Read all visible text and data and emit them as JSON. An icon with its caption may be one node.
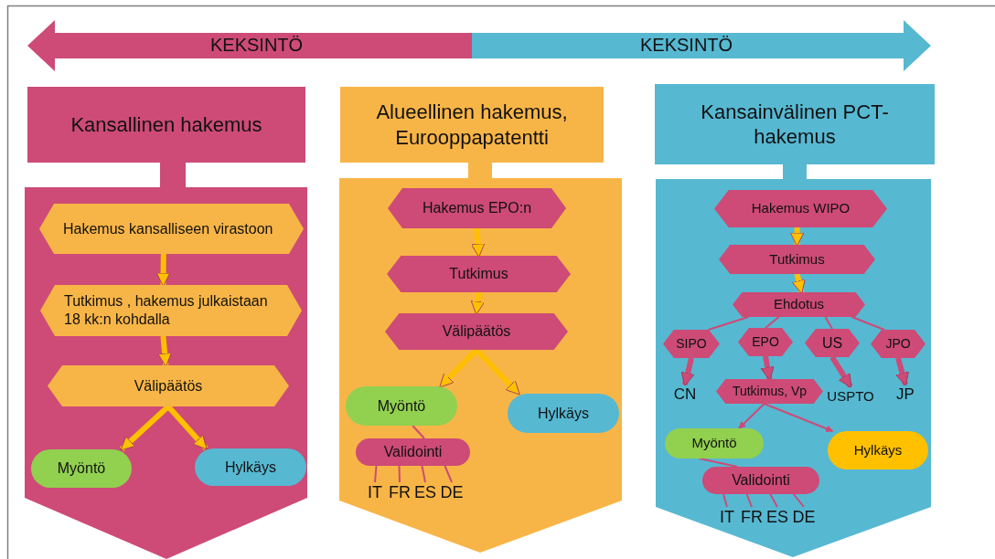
{
  "diagram": {
    "nodes": [
      {
        "text": [
          "Kansallinen hakemus"
        ]
      },
      {
        "text": [
          "Hakemus kansalliseen virastoon"
        ]
      },
      {
        "text": [
          "Tutkimus , hakemus julkaistaan 18 kk:n kohdalla"
        ]
      },
      {
        "text": [
          "Välipäätös"
        ]
      },
      {
        "text": [
          "Myöntö"
        ]
      },
      {
        "text": [
          "Hylkäys"
        ]
      },
      {
        "text": [
          "Alueellinen hakemus, Eurooppapatentti"
        ]
      },
      {
        "text": [
          "Hakemus EPO:n"
        ]
      },
      {
        "text": [
          "Tutkimus"
        ]
      },
      {
        "text": [
          "Välipäätös"
        ]
      },
      {
        "text": [
          "Myöntö"
        ]
      },
      {
        "text": [
          "Hylkäys"
        ]
      },
      {
        "text": [
          "Validointi"
        ]
      },
      {
        "text": [
          "IT"
        ]
      },
      {
        "text": [
          "FR"
        ]
      },
      {
        "text": [
          "ES"
        ]
      },
      {
        "text": [
          "DE"
        ]
      },
      {
        "text": [
          "Kansainvälinen PCT-hakemus"
        ]
      },
      {
        "text": [
          "Hakemus WIPO"
        ]
      },
      {
        "text": [
          "Tutkimus"
        ]
      },
      {
        "text": [
          "Ehdotus"
        ]
      },
      {
        "text": [
          "SIPO"
        ]
      },
      {
        "text": [
          "EPO"
        ]
      },
      {
        "text": [
          "US"
        ]
      },
      {
        "text": [
          "JPO"
        ]
      },
      {
        "text": [
          "CN"
        ]
      },
      {
        "text": [
          "Tutkimus, Vp"
        ]
      },
      {
        "text": [
          "USPTO"
        ]
      },
      {
        "text": [
          "JP"
        ]
      },
      {
        "text": [
          "Myöntö"
        ]
      },
      {
        "text": [
          "Hylkäys"
        ]
      },
      {
        "text": [
          "Validointi"
        ]
      },
      {
        "text": [
          "IT"
        ]
      },
      {
        "text": [
          "FR"
        ]
      },
      {
        "text": [
          "ES"
        ]
      },
      {
        "text": [
          "DE"
        ]
      }
    ],
    "edges": [
      {
        "from": 1,
        "to": 2,
        "arrow": "to",
        "style": "thick",
        "color": "#ffc000"
      },
      {
        "from": 2,
        "to": 3,
        "arrow": "to",
        "style": "thick",
        "color": "#ffc000"
      },
      {
        "from": 3,
        "to": 4,
        "arrow": "to",
        "style": "thick",
        "color": "#ffc000"
      },
      {
        "from": 3,
        "to": 5,
        "arrow": "to",
        "style": "thick",
        "color": "#ffc000"
      },
      {
        "from": 7,
        "to": 8,
        "arrow": "to",
        "style": "thick",
        "color": "#ffc000"
      },
      {
        "from": 8,
        "to": 9,
        "arrow": "to",
        "style": "thick",
        "color": "#ffc000"
      },
      {
        "from": 9,
        "to": 10,
        "arrow": "to",
        "style": "thick",
        "color": "#ffc000"
      },
      {
        "from": 9,
        "to": 11,
        "arrow": "to",
        "style": "thick",
        "color": "#ffc000"
      },
      {
        "from": 10,
        "to": 12,
        "arrow": "none"
      },
      {
        "from": 12,
        "to": 13,
        "arrow": "none"
      },
      {
        "from": 12,
        "to": 14,
        "arrow": "none"
      },
      {
        "from": 12,
        "to": 15,
        "arrow": "none"
      },
      {
        "from": 12,
        "to": 16,
        "arrow": "none"
      },
      {
        "from": 18,
        "to": 19,
        "arrow": "to",
        "style": "thick",
        "color": "#ffc000"
      },
      {
        "from": 19,
        "to": 20,
        "arrow": "to",
        "style": "thick",
        "color": "#ffc000"
      },
      {
        "from": 20,
        "to": 21,
        "arrow": "none"
      },
      {
        "from": 20,
        "to": 22,
        "arrow": "none"
      },
      {
        "from": 20,
        "to": 23,
        "arrow": "none"
      },
      {
        "from": 20,
        "to": 24,
        "arrow": "none"
      },
      {
        "from": 21,
        "to": 25,
        "arrow": "to",
        "style": "thick"
      },
      {
        "from": 22,
        "to": 26,
        "arrow": "to",
        "style": "thick"
      },
      {
        "from": 23,
        "to": 27,
        "arrow": "to",
        "style": "thick"
      },
      {
        "from": 24,
        "to": 28,
        "arrow": "to",
        "style": "thick"
      },
      {
        "from": 26,
        "to": 29,
        "arrow": "to"
      },
      {
        "from": 26,
        "to": 30,
        "arrow": "to"
      },
      {
        "from": 29,
        "to": 31,
        "arrow": "none"
      },
      {
        "from": 31,
        "to": 32,
        "arrow": "none"
      },
      {
        "from": 31,
        "to": 33,
        "arrow": "none"
      },
      {
        "from": 31,
        "to": 34,
        "arrow": "none"
      },
      {
        "from": 31,
        "to": 35,
        "arrow": "none"
      }
    ],
    "labels": [
      "KEKSINTÖ",
      "KEKSINTÖ"
    ]
  }
}
